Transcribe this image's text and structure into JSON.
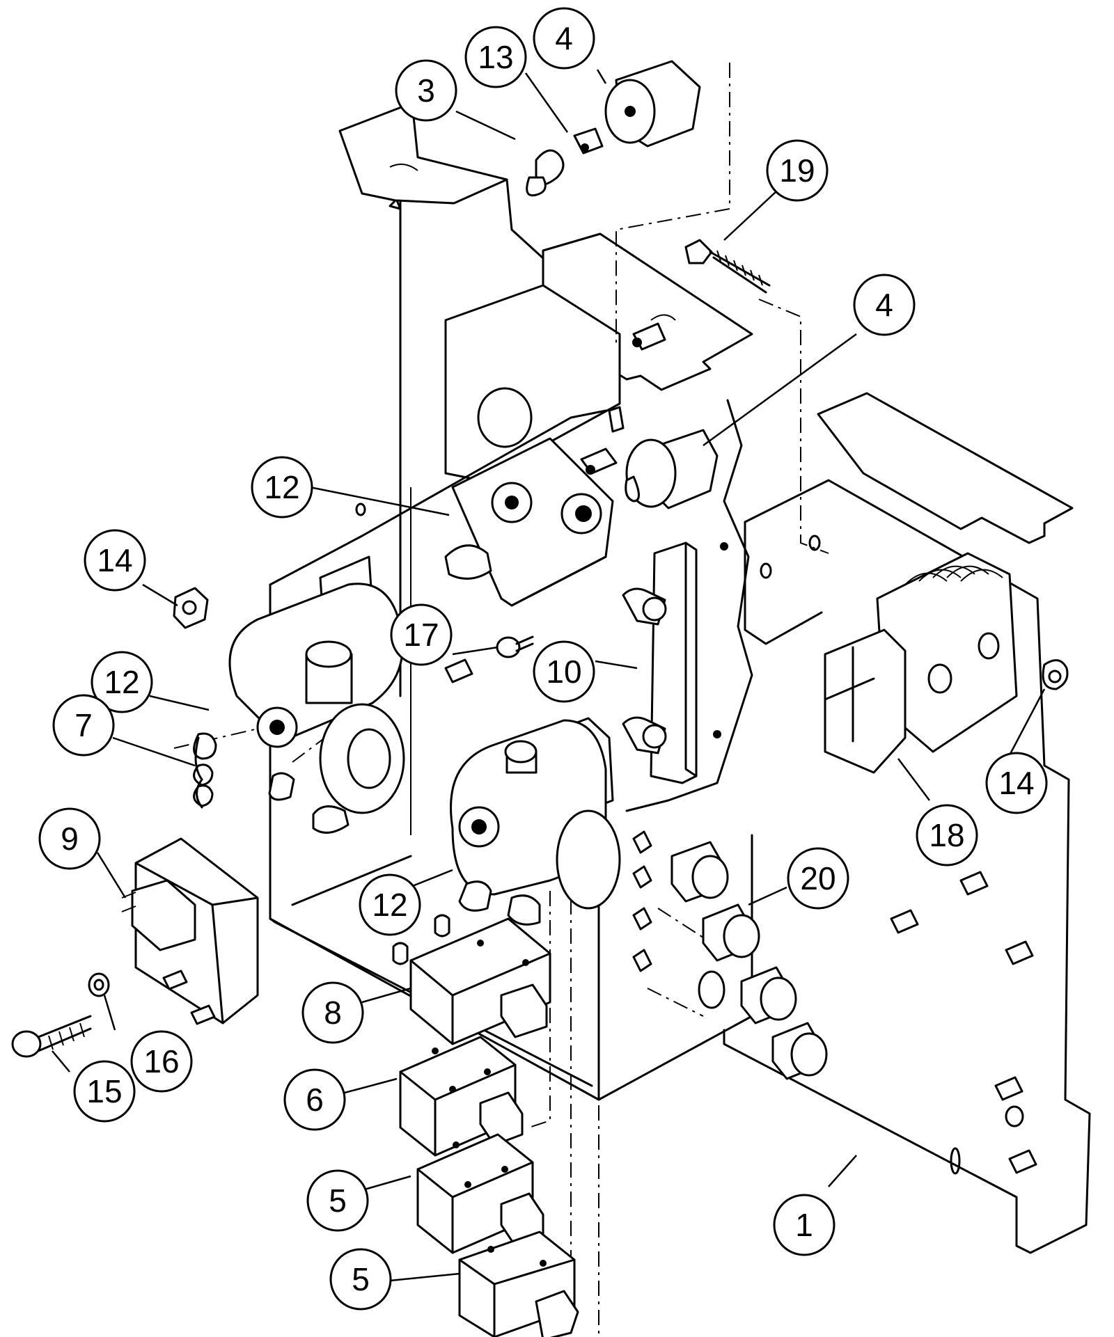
{
  "diagram": {
    "callouts": [
      {
        "id": "c-4-top",
        "label": "4"
      },
      {
        "id": "c-13",
        "label": "13"
      },
      {
        "id": "c-3",
        "label": "3"
      },
      {
        "id": "c-19",
        "label": "19"
      },
      {
        "id": "c-4-right",
        "label": "4"
      },
      {
        "id": "c-12-top",
        "label": "12"
      },
      {
        "id": "c-14-left",
        "label": "14"
      },
      {
        "id": "c-17",
        "label": "17"
      },
      {
        "id": "c-10",
        "label": "10"
      },
      {
        "id": "c-12-left",
        "label": "12"
      },
      {
        "id": "c-7",
        "label": "7"
      },
      {
        "id": "c-14-right",
        "label": "14"
      },
      {
        "id": "c-18",
        "label": "18"
      },
      {
        "id": "c-9",
        "label": "9"
      },
      {
        "id": "c-12-bottom",
        "label": "12"
      },
      {
        "id": "c-20",
        "label": "20"
      },
      {
        "id": "c-8",
        "label": "8"
      },
      {
        "id": "c-16",
        "label": "16"
      },
      {
        "id": "c-15",
        "label": "15"
      },
      {
        "id": "c-6",
        "label": "6"
      },
      {
        "id": "c-5-upper",
        "label": "5"
      },
      {
        "id": "c-1",
        "label": "1"
      },
      {
        "id": "c-5-lower",
        "label": "5"
      }
    ]
  }
}
